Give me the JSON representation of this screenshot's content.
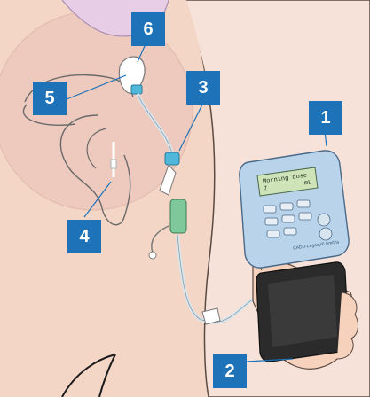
{
  "callouts": [
    {
      "id": "1",
      "label": "1"
    },
    {
      "id": "2",
      "label": "2"
    },
    {
      "id": "3",
      "label": "3"
    },
    {
      "id": "4",
      "label": "4"
    },
    {
      "id": "5",
      "label": "5"
    },
    {
      "id": "6",
      "label": "6"
    }
  ],
  "pump": {
    "lcd_line1": "Morning dose",
    "lcd_line2": "7          mL",
    "brand": "CADD-Legacy® Smiths"
  },
  "colors": {
    "callout": "#1d72b8",
    "skin": "#f3d6c6",
    "pump_body": "#b9d4ea",
    "lcd": "#cfe3b8",
    "cassette": "#2b2b2b"
  }
}
